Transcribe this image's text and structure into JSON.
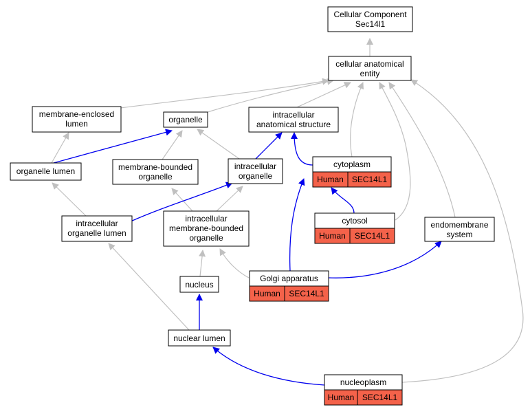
{
  "colors": {
    "annotation_fill": "#f4624a",
    "is_a_edge": "#c0c0c0",
    "part_of_edge": "#0000ee"
  },
  "nodes": {
    "root": [
      "Cellular Component",
      "Sec14l1"
    ],
    "cae": [
      "cellular anatomical",
      "entity"
    ],
    "mel": [
      "membrane-enclosed",
      "lumen"
    ],
    "organelle": [
      "organelle"
    ],
    "ias": [
      "intracellular",
      "anatomical structure"
    ],
    "ol": [
      "organelle lumen"
    ],
    "mbo": [
      "membrane-bounded",
      "organelle"
    ],
    "io": [
      "intracellular",
      "organelle"
    ],
    "cytoplasm": [
      "cytoplasm"
    ],
    "iol": [
      "intracellular",
      "organelle lumen"
    ],
    "imbo": [
      "intracellular",
      "membrane-bounded",
      "organelle"
    ],
    "cytosol": [
      "cytosol"
    ],
    "endo": [
      "endomembrane",
      "system"
    ],
    "golgi": [
      "Golgi apparatus"
    ],
    "nucleus": [
      "nucleus"
    ],
    "nl": [
      "nuclear lumen"
    ],
    "nucleoplasm": [
      "nucleoplasm"
    ]
  },
  "annotation": {
    "species": "Human",
    "gene": "SEC14L1"
  }
}
